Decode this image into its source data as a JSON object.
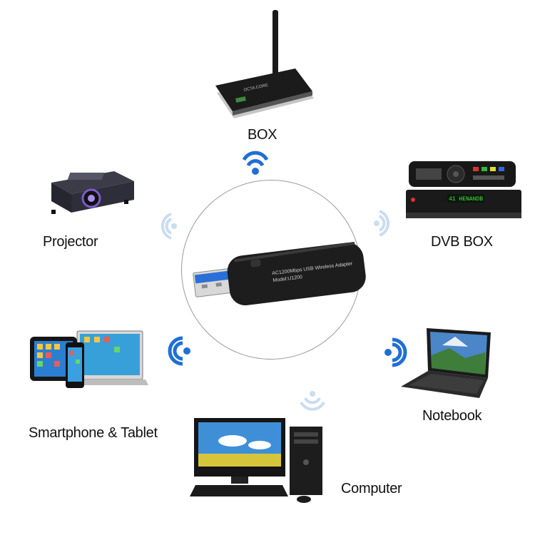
{
  "colors": {
    "wifi_strong": "#1f6fd6",
    "wifi_faint": "#c9ddf3",
    "circle_border": "#9a9a9a"
  },
  "labels": {
    "box": "BOX",
    "dvb_box": "DVB BOX",
    "projector": "Projector",
    "notebook": "Notebook",
    "smartphone_tablet": "Smartphone & Tablet",
    "computer": "Computer"
  },
  "adapter": {
    "line1": "AC1200Mbps USB Wireless Adapter",
    "line2": "Model:U1200"
  },
  "box_brand": "OCTA CORE",
  "dvb_display": "41 HENANDB",
  "icons": [
    "wifi-signal-icon",
    "router-device",
    "set-top-box-device",
    "projector-device",
    "laptop-device",
    "tablet-phone-device",
    "desktop-computer-device",
    "usb-adapter-device"
  ]
}
